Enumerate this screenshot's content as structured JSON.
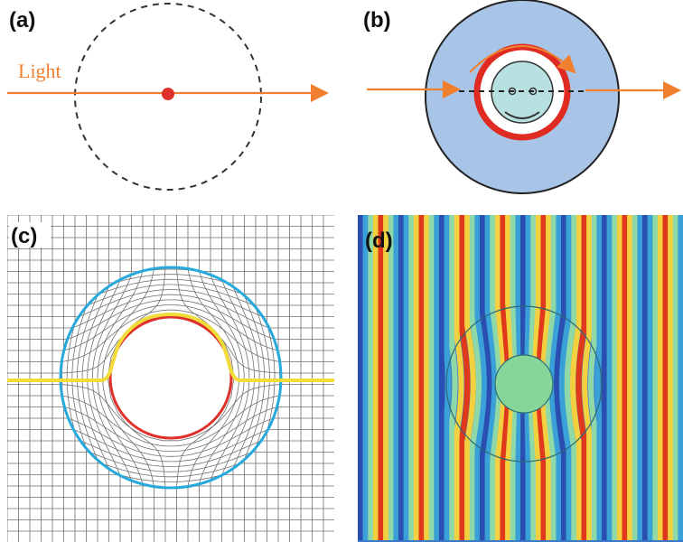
{
  "panels": {
    "a": {
      "label": "(a)",
      "light_text": "Light"
    },
    "b": {
      "label": "(b)"
    },
    "c": {
      "label": "(c)"
    },
    "d": {
      "label": "(d)"
    }
  },
  "colors": {
    "light_ray": "#f08030",
    "point_dot": "#e0302a",
    "cloak_fill": "#a8c4e6",
    "cloak_ring": "#e02b22",
    "face_fill": "#b8e0e0",
    "grid_line": "#707070",
    "grid_outer_circle": "#27a9dc",
    "grid_inner_circle": "#e0302a",
    "grid_ray": "#f2dc3a",
    "wave_inner": "#86d69a"
  }
}
